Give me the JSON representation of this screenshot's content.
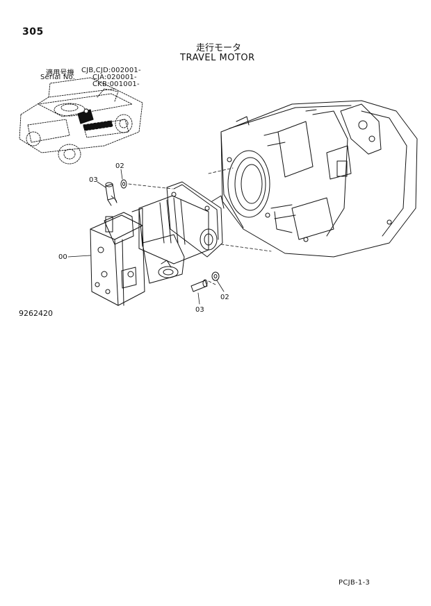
{
  "page": {
    "number": "305",
    "title_jp": "走行モータ",
    "title_en": "TRAVEL MOTOR"
  },
  "serial": {
    "label_jp": "適用号機",
    "label_en": "Serial No.",
    "ranges": [
      "CJB,CJD:002001-",
      "CJA:020001-",
      "CKB:001001-"
    ]
  },
  "callouts": {
    "washer_upper": "02",
    "bolt_upper": "03",
    "motor_assembly": "00",
    "bolt_lower": "03",
    "washer_lower": "02"
  },
  "drawing_number": "9262420",
  "footer": {
    "code": "PCJB-1-3"
  },
  "colors": {
    "ink": "#111111",
    "paper": "#ffffff"
  }
}
